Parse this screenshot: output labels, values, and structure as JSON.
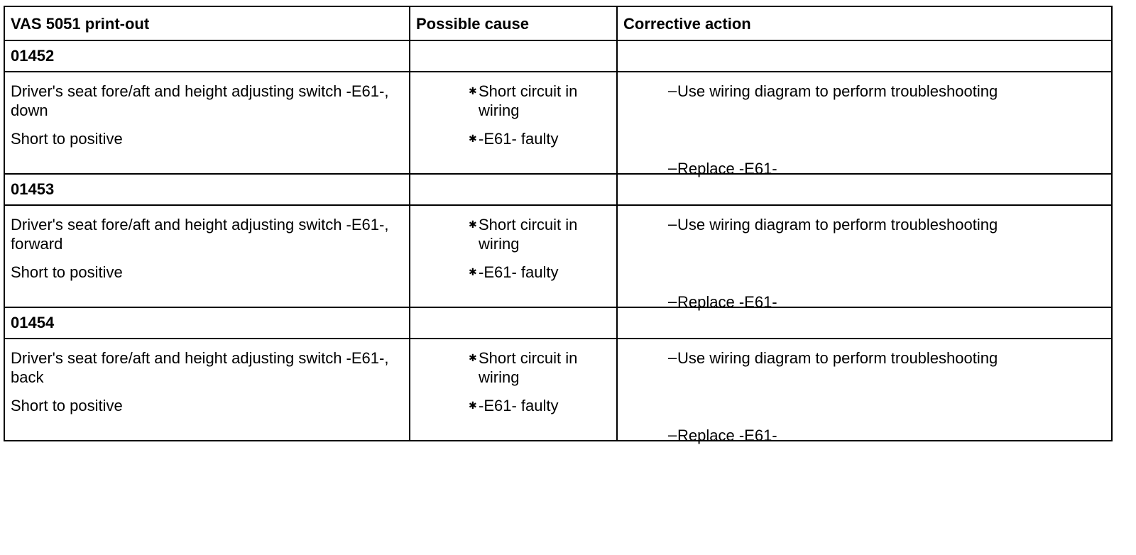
{
  "headers": {
    "col1": "VAS 5051 print-out",
    "col2": "Possible cause",
    "col3": "Corrective action"
  },
  "faults": [
    {
      "code": "01452",
      "description": "Driver's seat fore/aft and height adjusting switch -E61-, down",
      "condition": "Short to positive",
      "causes": [
        "Short circuit in wiring",
        "-E61- faulty"
      ],
      "actions": [
        "Use wiring diagram to perform troubleshooting",
        "Replace -E61-"
      ]
    },
    {
      "code": "01453",
      "description": "Driver's seat fore/aft and height adjusting switch -E61-, forward",
      "condition": "Short to positive",
      "causes": [
        "Short circuit in wiring",
        "-E61- faulty"
      ],
      "actions": [
        "Use wiring diagram to perform troubleshooting",
        "Replace -E61-"
      ]
    },
    {
      "code": "01454",
      "description": "Driver's seat fore/aft and height adjusting switch -E61-, back",
      "condition": "Short to positive",
      "causes": [
        "Short circuit in wiring",
        "-E61- faulty"
      ],
      "actions": [
        "Use wiring diagram to perform troubleshooting",
        "Replace -E61-"
      ]
    }
  ],
  "icons": {
    "cause_bullet": "asterisk-bullet-icon",
    "action_bullet": "dash-bullet-icon"
  }
}
